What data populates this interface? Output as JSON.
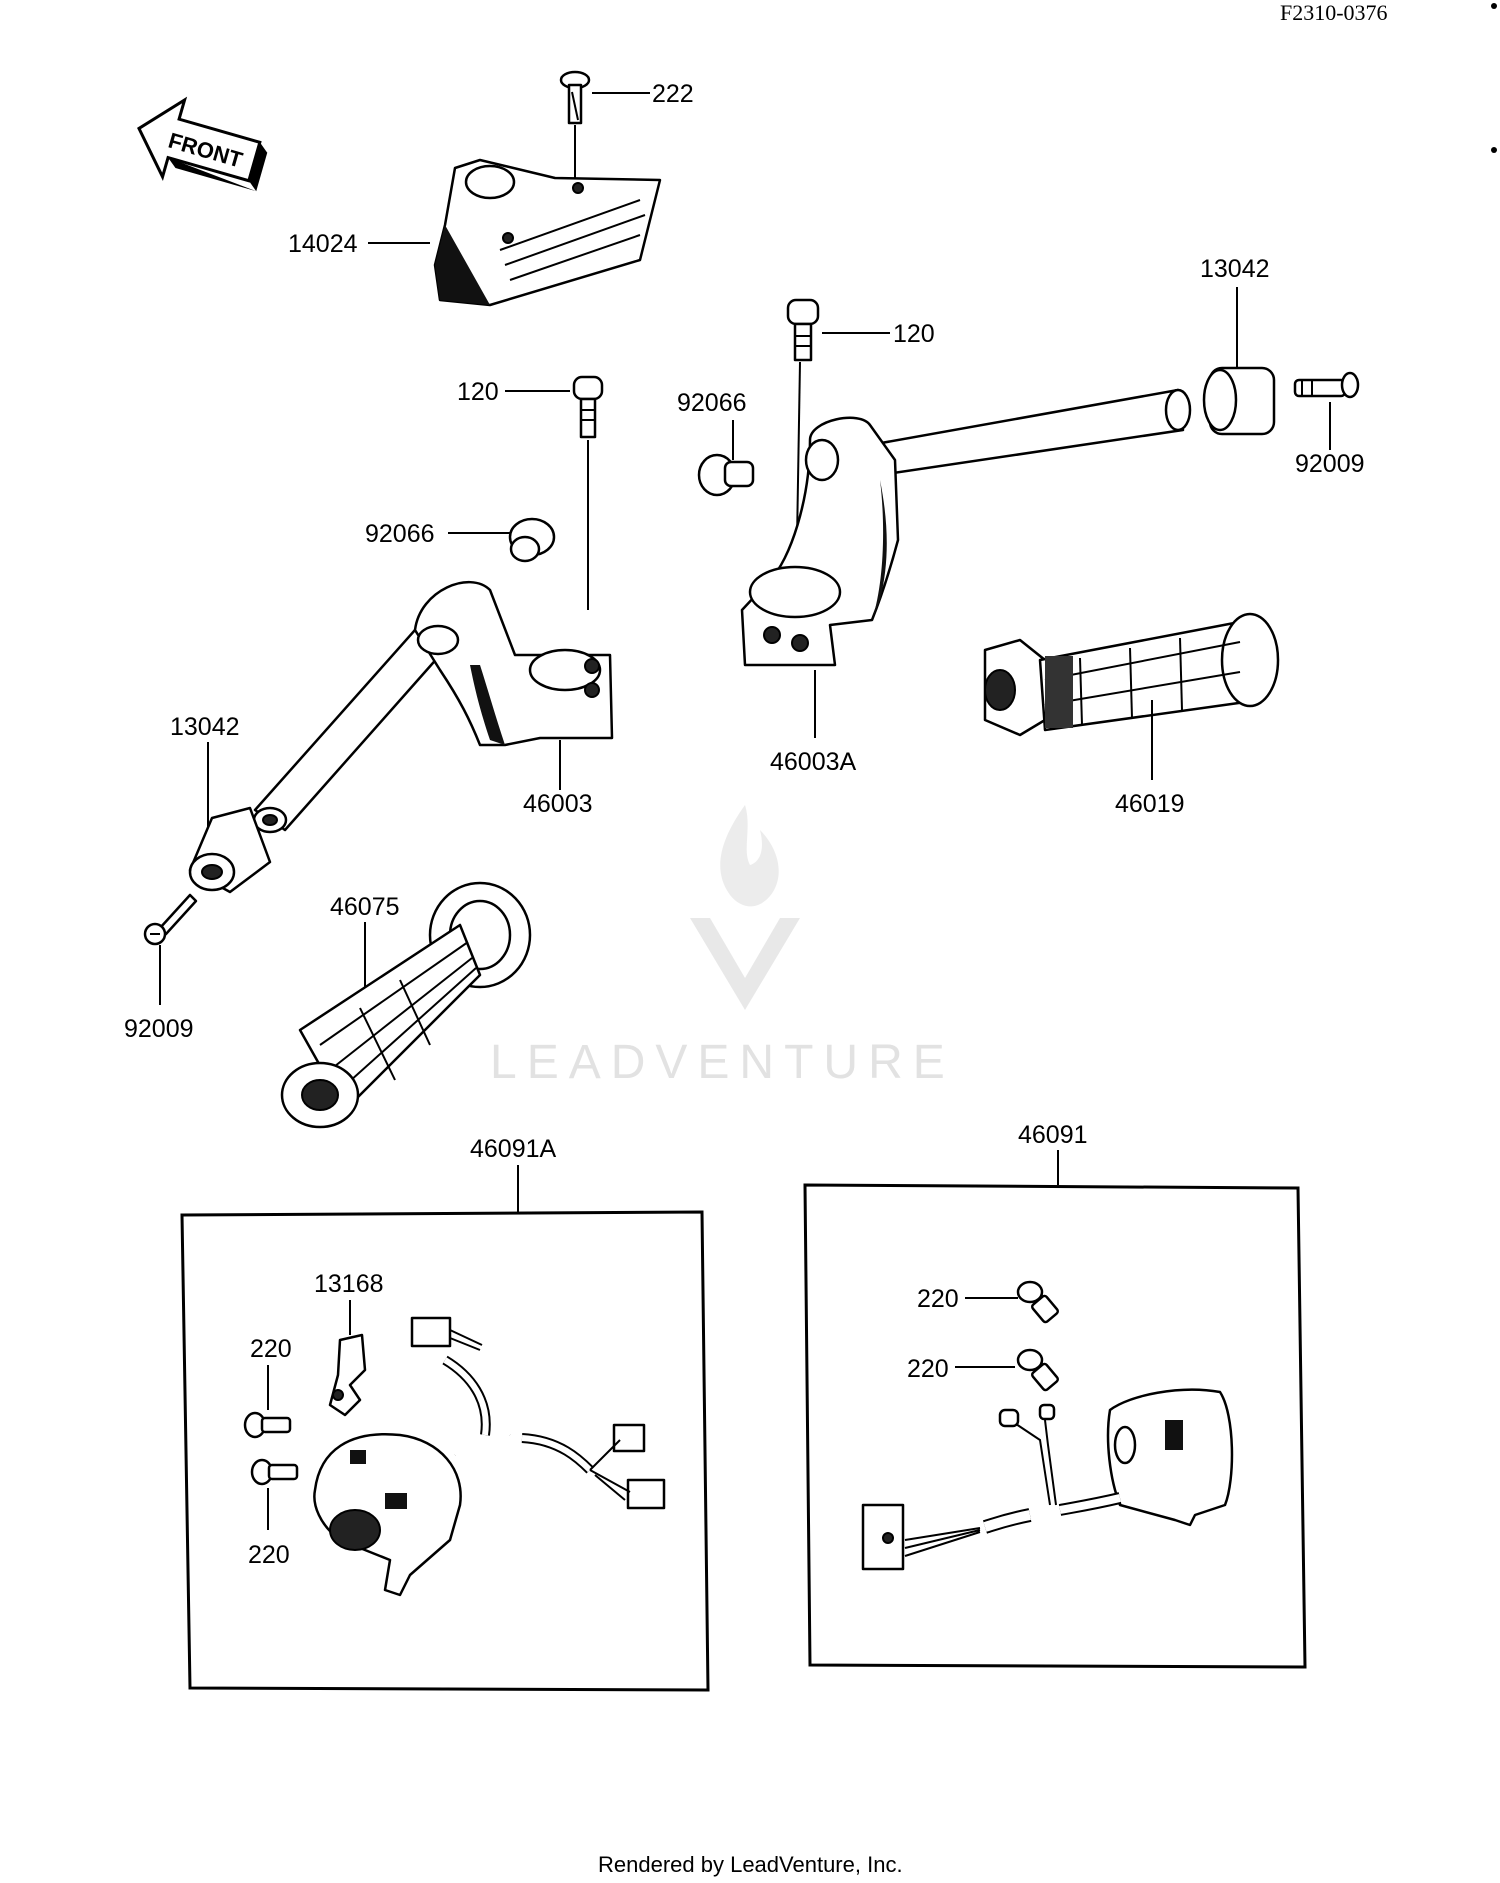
{
  "diagram_code": "F2310-0376",
  "front_arrow_label": "FRONT",
  "watermark": "LEADVENTURE",
  "footer": "Rendered by LeadVenture, Inc.",
  "parts": {
    "p222": "222",
    "p14024": "14024",
    "p120_left": "120",
    "p92066_left": "92066",
    "p46003": "46003",
    "p13042_left": "13042",
    "p92009_left": "92009",
    "p46075": "46075",
    "p120_right": "120",
    "p92066_right": "92066",
    "p13042_right": "13042",
    "p92009_right": "92009",
    "p46003A": "46003A",
    "p46019": "46019",
    "p46091A": "46091A",
    "p13168": "13168",
    "p220_a": "220",
    "p220_b": "220",
    "p46091": "46091",
    "p220_c": "220",
    "p220_d": "220"
  }
}
